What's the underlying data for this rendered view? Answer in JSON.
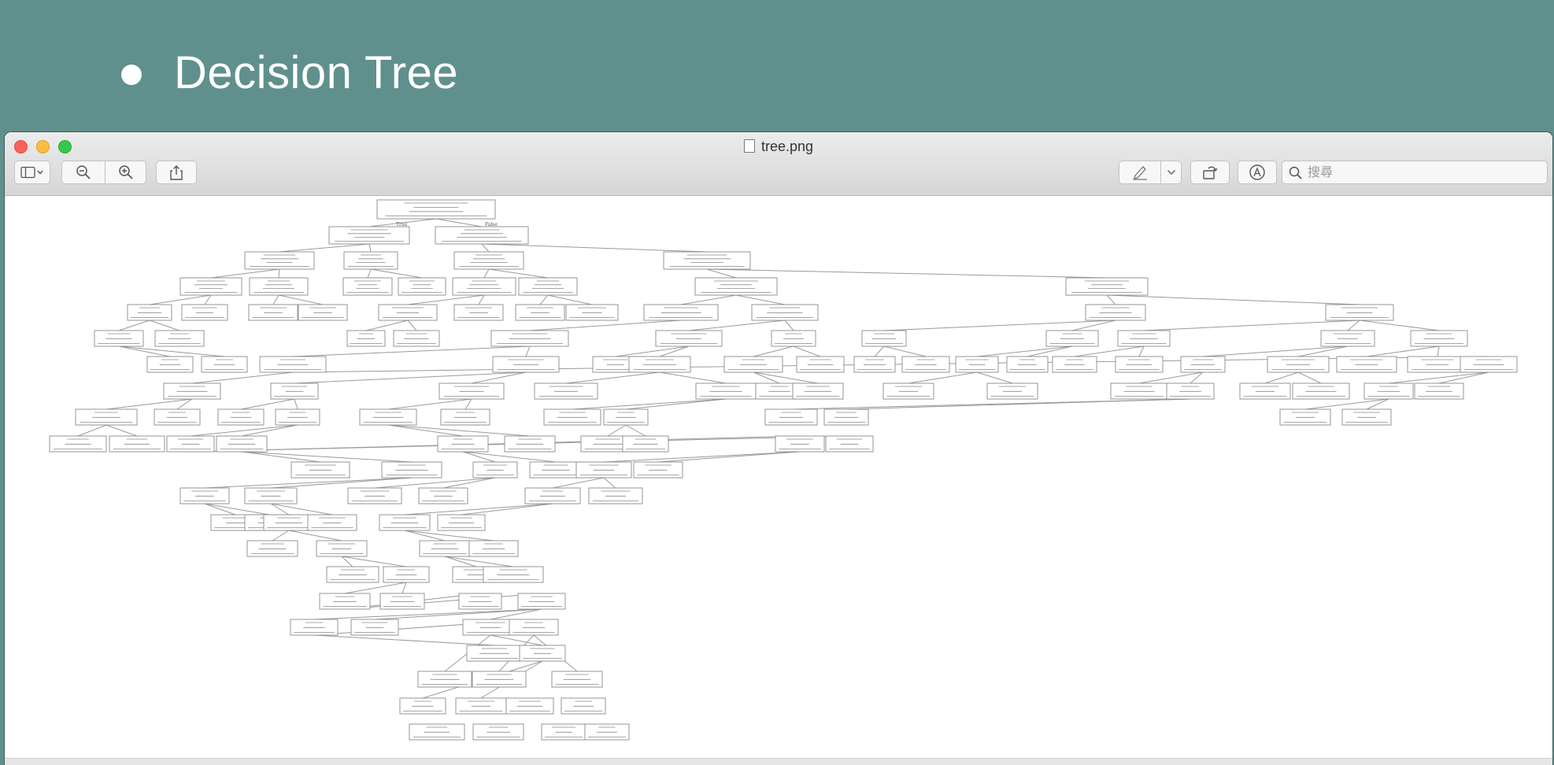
{
  "slide": {
    "title": "Decision Tree",
    "background": "#60908d"
  },
  "window": {
    "title": "tree.png",
    "toolbar": {
      "sidebar_icon": "sidebar-icon",
      "zoom_out_icon": "zoom-out-icon",
      "zoom_in_icon": "zoom-in-icon",
      "share_icon": "share-icon",
      "markup_icon": "pen-icon",
      "rotate_icon": "rotate-icon",
      "annotate_icon": "markup-circle-icon",
      "search_placeholder": "搜尋"
    }
  },
  "tree": {
    "root_edge_true": "True",
    "root_edge_false": "False"
  }
}
